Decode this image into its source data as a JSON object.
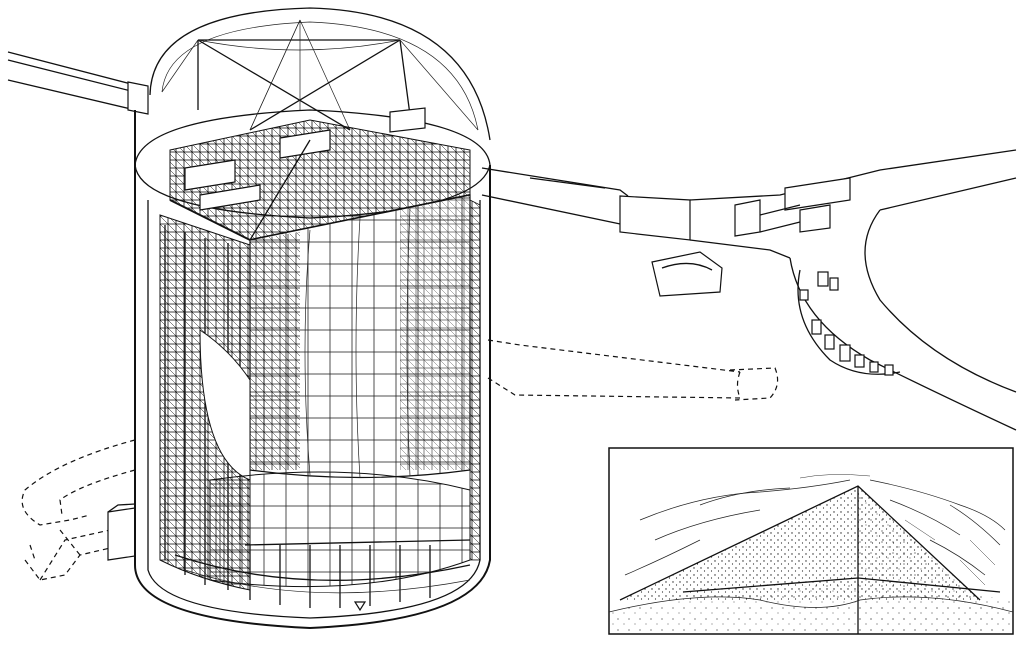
{
  "figure": {
    "parts": [
      "access-tunnel-left",
      "access-tunnel-right",
      "detector-cavern",
      "dome-truss",
      "top-deck-platform",
      "inner-detector-grid",
      "outer-support-frame",
      "bottom-grid",
      "dashed-drainage-tunnel-left",
      "dashed-drainage-tunnel-right",
      "tunnel-junction-right",
      "equipment-bay",
      "inset-mountain-view"
    ]
  },
  "colors": {
    "line": "#111111",
    "background": "#ffffff"
  }
}
